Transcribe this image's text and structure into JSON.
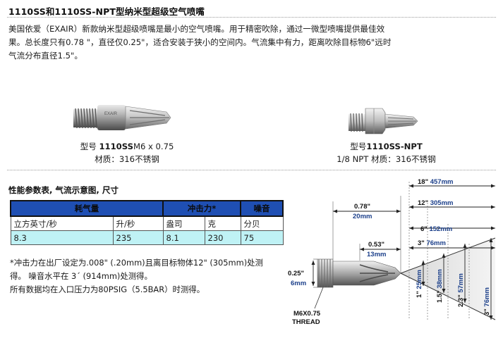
{
  "header": {
    "title": "1110SS和1110SS-NPT型纳米型超级空气喷嘴"
  },
  "description": {
    "lines": [
      "美国依爱（EXAIR）新款纳米型超级喷嘴是最小的空气喷嘴。用于精密吹除，通过一微型喷嘴提供最佳效",
      "果。总长度只有0.78 \"，直径仅0.25\"，适合安装于狭小的空间内。气流集中有力，距离吹除目标物6\"远时",
      "气流分布直径1.5\"。"
    ]
  },
  "products": [
    {
      "model_prefix": "型号 ",
      "model_bold": "1110SS",
      "model_suffix": "M6 x 0.75",
      "material": "材质：316不锈钢",
      "body_engraving": "EXAIR"
    },
    {
      "model_prefix": "型号",
      "model_bold": "1110SS-NPT",
      "model_suffix": "",
      "material": "1/8 NPT 材质：316不锈钢"
    }
  ],
  "performance": {
    "title": "性能参数表, 气流示意图, 尺寸",
    "header": [
      "耗气量",
      "冲击力*",
      "噪音"
    ],
    "units": [
      "立方英寸/秒",
      "升/秒",
      "盎司",
      "克",
      "分贝"
    ],
    "values": [
      "8.3",
      "235",
      "8.1",
      "230",
      "75"
    ],
    "notes": [
      "*冲击力在出厂设定为.008\" (.20mm)且离目标物体12\" (305mm)处测",
      "得。 噪音水平在 3´ (914mm)处测得。",
      "所有数据均在入口压力为80PSIG（5.5BAR）时测得。"
    ]
  },
  "diagram": {
    "horizontal": [
      {
        "top": "18\" ",
        "bottom": "457mm",
        "same_line": true
      },
      {
        "top": "12\" ",
        "bottom": "305mm",
        "same_line": true
      },
      {
        "top": "0.78\"",
        "bottom": "20mm",
        "same_line": false
      },
      {
        "top": "6\" ",
        "bottom": "152mm",
        "same_line": true
      },
      {
        "top": "0.53\"",
        "bottom": "13mm",
        "same_line": false
      },
      {
        "top": "3\" ",
        "bottom": "76mm",
        "same_line": true
      }
    ],
    "vertical": [
      {
        "top": "1\" ",
        "bottom": "25mm"
      },
      {
        "top": "1.5\" ",
        "bottom": "38mm"
      },
      {
        "top": "2.3\" ",
        "bottom": "57mm"
      },
      {
        "top": "3\" ",
        "bottom": "76mm"
      }
    ],
    "diameter": {
      "top": "0.25\"",
      "bottom": "6mm"
    },
    "thread": [
      "M6X0.75",
      "THREAD"
    ]
  }
}
